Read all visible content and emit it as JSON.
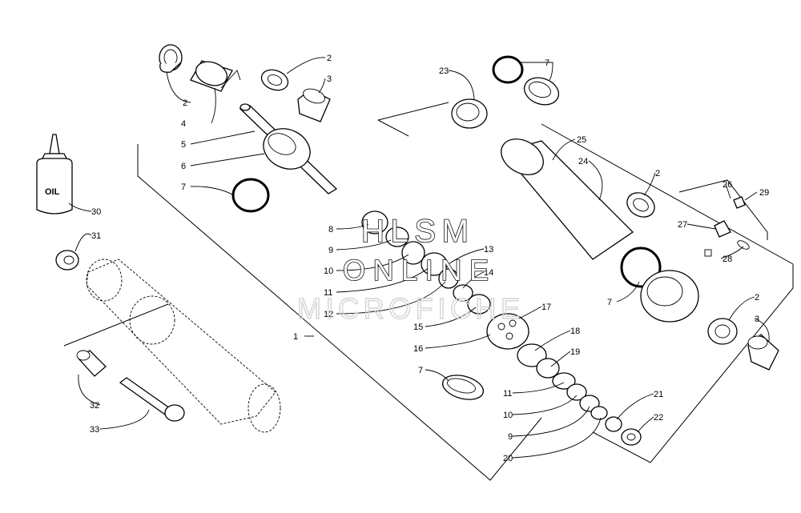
{
  "watermark": {
    "line1": "HLSM",
    "line2": "ONLINE",
    "line3": "MICROFICHE"
  },
  "oil_bottle_label": "OIL",
  "callouts": [
    {
      "id": "c-2a",
      "text": "2"
    },
    {
      "id": "c-2b",
      "text": "2"
    },
    {
      "id": "c-3a",
      "text": "3"
    },
    {
      "id": "c-4",
      "text": "4"
    },
    {
      "id": "c-5",
      "text": "5"
    },
    {
      "id": "c-6",
      "text": "6"
    },
    {
      "id": "c-7a",
      "text": "7"
    },
    {
      "id": "c-30",
      "text": "30"
    },
    {
      "id": "c-31",
      "text": "31"
    },
    {
      "id": "c-8",
      "text": "8"
    },
    {
      "id": "c-9a",
      "text": "9"
    },
    {
      "id": "c-10a",
      "text": "10"
    },
    {
      "id": "c-11a",
      "text": "11"
    },
    {
      "id": "c-12",
      "text": "12"
    },
    {
      "id": "c-13",
      "text": "13"
    },
    {
      "id": "c-14",
      "text": "14"
    },
    {
      "id": "c-15",
      "text": "15"
    },
    {
      "id": "c-16",
      "text": "16"
    },
    {
      "id": "c-17",
      "text": "17"
    },
    {
      "id": "c-18",
      "text": "18"
    },
    {
      "id": "c-19",
      "text": "19"
    },
    {
      "id": "c-7b",
      "text": "7"
    },
    {
      "id": "c-11b",
      "text": "11"
    },
    {
      "id": "c-10b",
      "text": "10"
    },
    {
      "id": "c-9b",
      "text": "9"
    },
    {
      "id": "c-20",
      "text": "20"
    },
    {
      "id": "c-21",
      "text": "21"
    },
    {
      "id": "c-22",
      "text": "22"
    },
    {
      "id": "c-1",
      "text": "1"
    },
    {
      "id": "c-32",
      "text": "32"
    },
    {
      "id": "c-33",
      "text": "33"
    },
    {
      "id": "c-23",
      "text": "23"
    },
    {
      "id": "c-7c",
      "text": "7"
    },
    {
      "id": "c-25",
      "text": "25"
    },
    {
      "id": "c-24",
      "text": "24"
    },
    {
      "id": "c-2c",
      "text": "2"
    },
    {
      "id": "c-26",
      "text": "26"
    },
    {
      "id": "c-29",
      "text": "29"
    },
    {
      "id": "c-27",
      "text": "27"
    },
    {
      "id": "c-28",
      "text": "28"
    },
    {
      "id": "c-7d",
      "text": "7"
    },
    {
      "id": "c-2d",
      "text": "2"
    },
    {
      "id": "c-3b",
      "text": "3"
    }
  ]
}
